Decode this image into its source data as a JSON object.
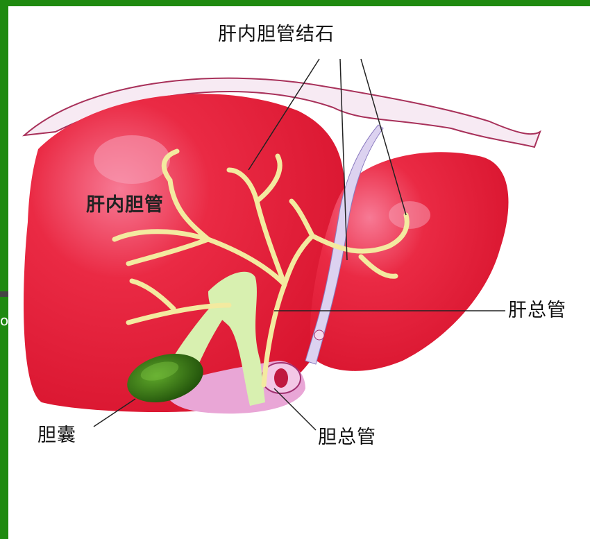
{
  "diagram": {
    "labels": {
      "intrahepatic_stones": "肝内胆管结石",
      "intrahepatic_duct": "肝内胆管",
      "common_hepatic_duct": "肝总管",
      "gallbladder": "胆囊",
      "common_bile_duct": "胆总管"
    },
    "frame_glyph": "o",
    "colors": {
      "frame": "#1f8a10",
      "liver": "#e8203a",
      "liver_highlight": "#f5a9c0",
      "bile_duct": "#f3eaa0",
      "gallbladder": "#2e6b12",
      "common_duct_fill": "#d8f0b0",
      "vessel": "#e9a6d6"
    }
  }
}
